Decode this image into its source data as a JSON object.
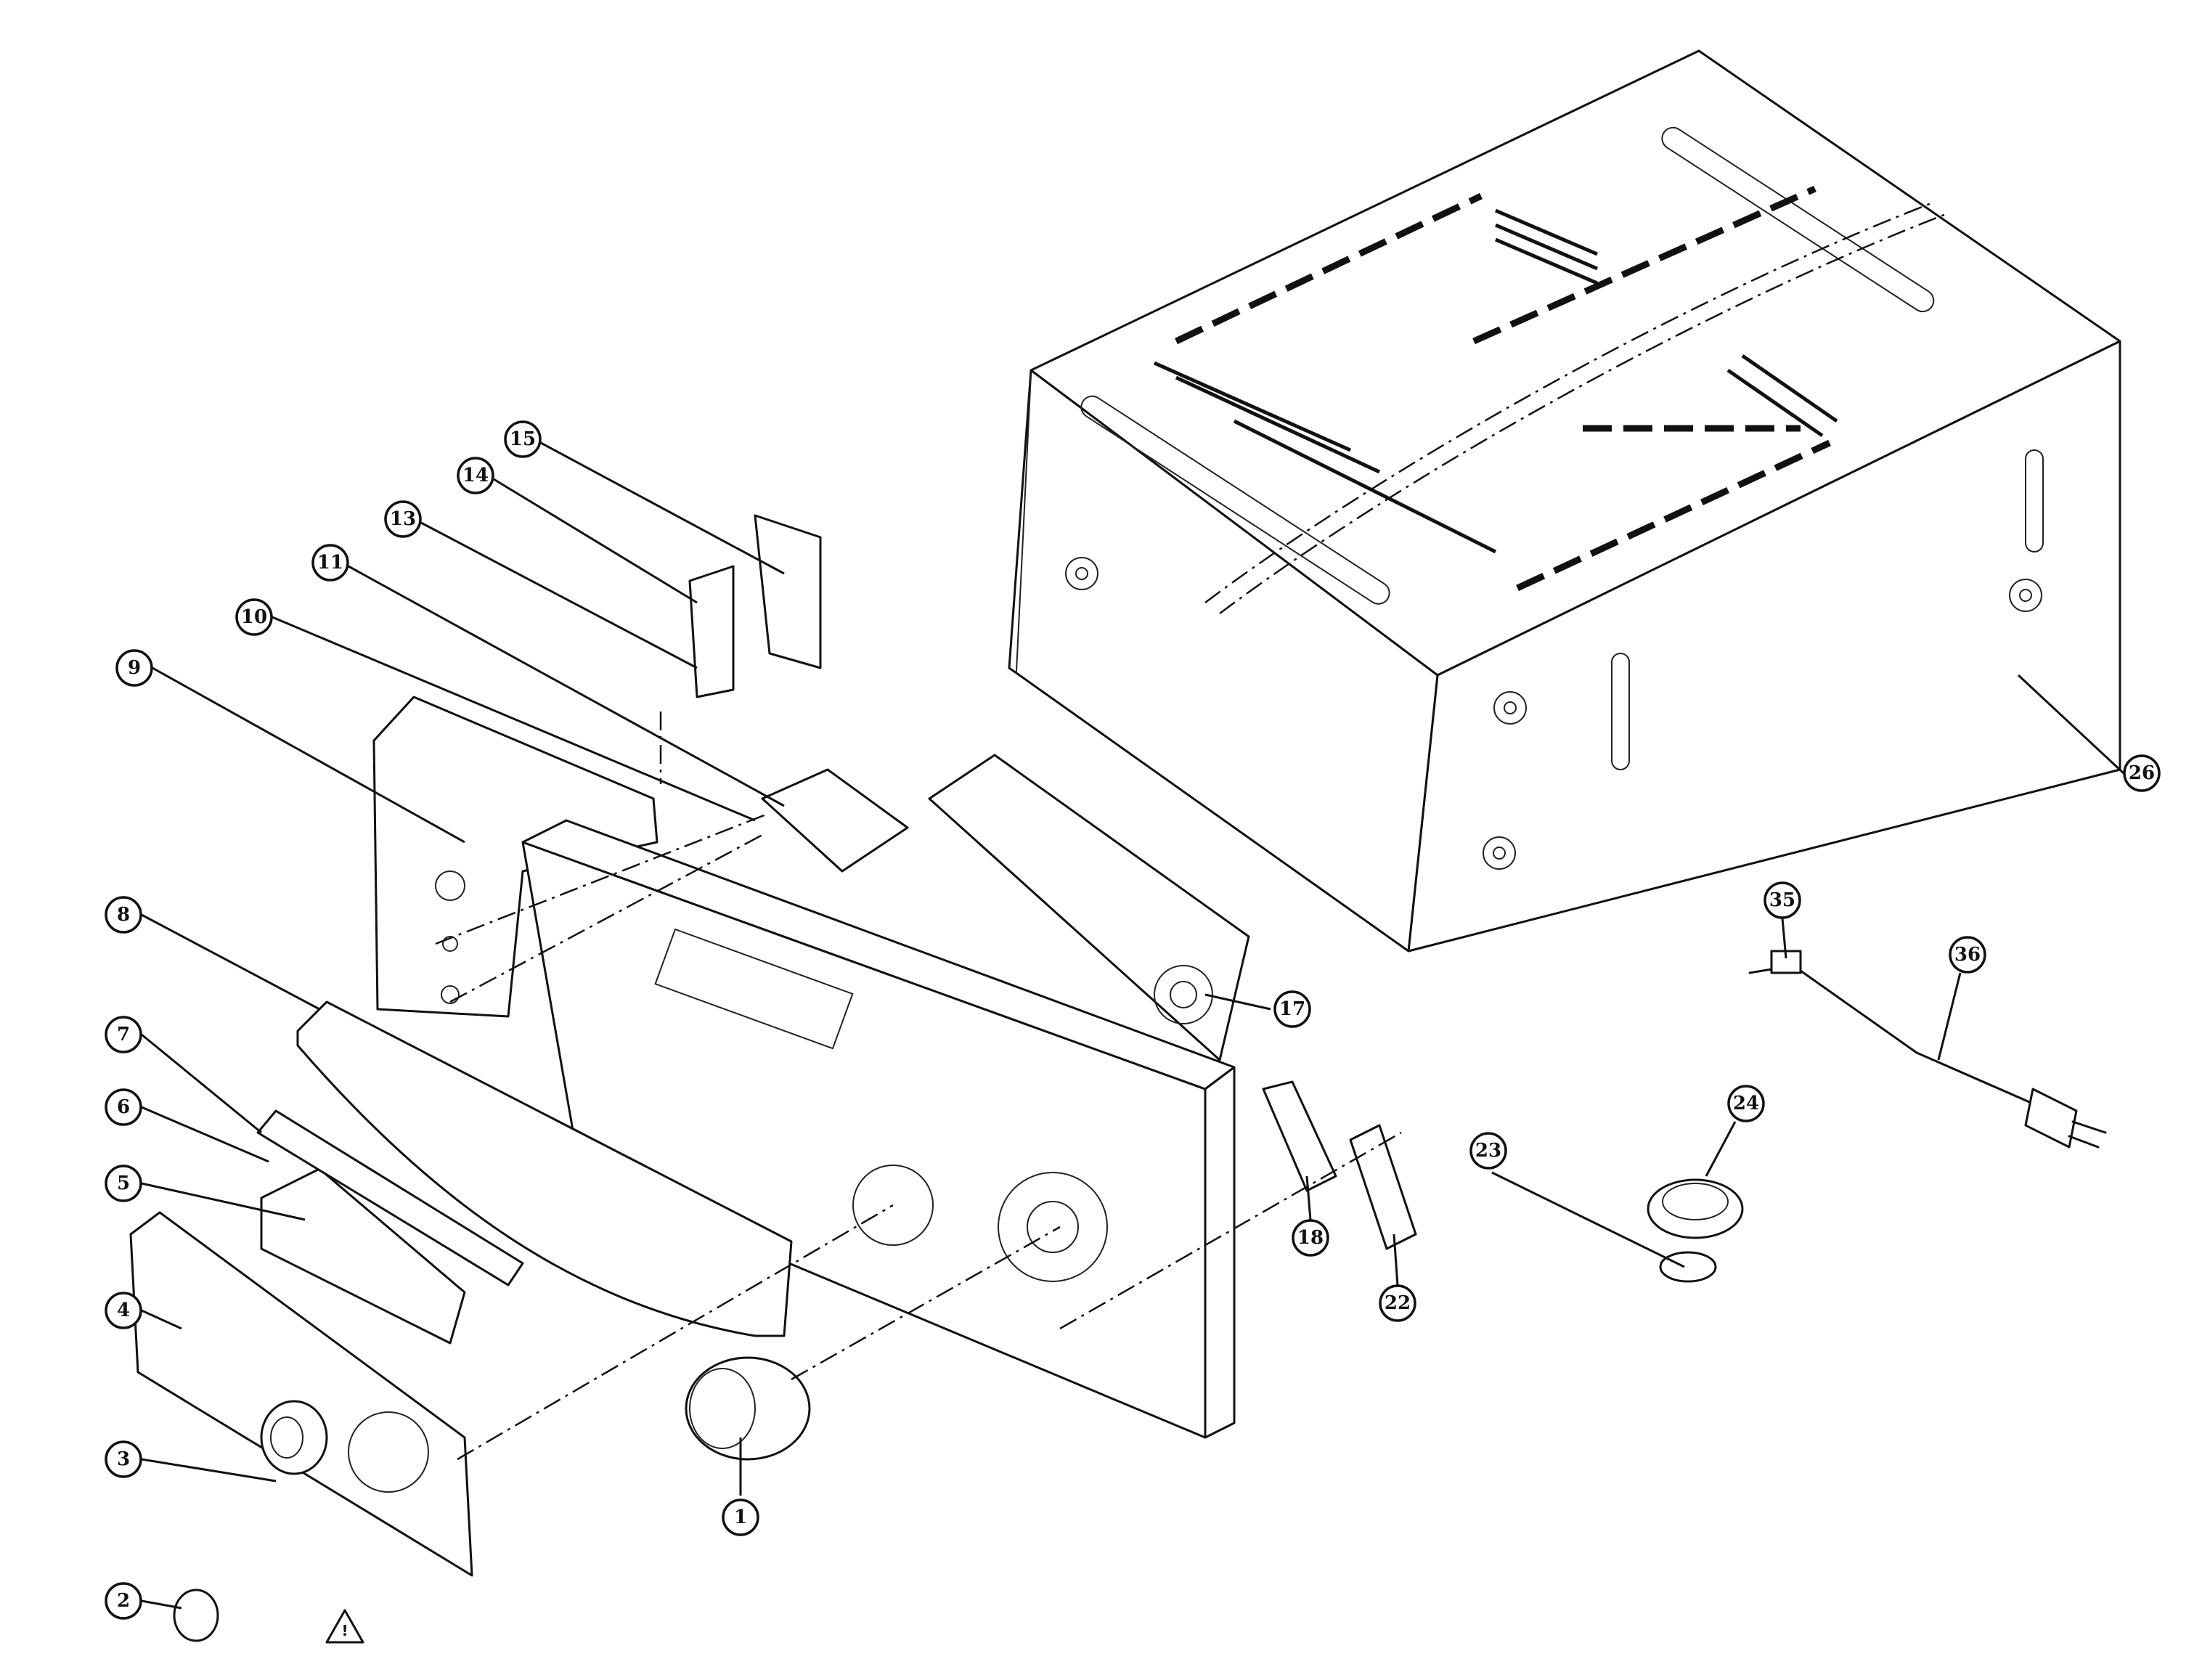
{
  "callouts": [
    {
      "id": "c1",
      "label": "1"
    },
    {
      "id": "c2",
      "label": "2"
    },
    {
      "id": "c3",
      "label": "3"
    },
    {
      "id": "c4",
      "label": "4"
    },
    {
      "id": "c5",
      "label": "5"
    },
    {
      "id": "c6",
      "label": "6"
    },
    {
      "id": "c7",
      "label": "7"
    },
    {
      "id": "c8",
      "label": "8"
    },
    {
      "id": "c9",
      "label": "9"
    },
    {
      "id": "c10",
      "label": "10"
    },
    {
      "id": "c11",
      "label": "11"
    },
    {
      "id": "c13",
      "label": "13"
    },
    {
      "id": "c14",
      "label": "14"
    },
    {
      "id": "c15",
      "label": "15"
    },
    {
      "id": "c17",
      "label": "17"
    },
    {
      "id": "c18",
      "label": "18"
    },
    {
      "id": "c22",
      "label": "22"
    },
    {
      "id": "c23",
      "label": "23"
    },
    {
      "id": "c24",
      "label": "24"
    },
    {
      "id": "c26",
      "label": "26"
    },
    {
      "id": "c35",
      "label": "35"
    },
    {
      "id": "c36",
      "label": "36"
    }
  ],
  "warning_symbol": {
    "icon": "warning-triangle-icon",
    "label": "!"
  }
}
